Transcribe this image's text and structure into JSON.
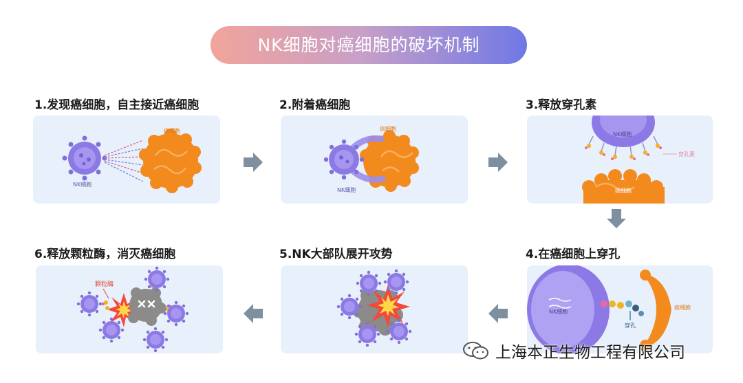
{
  "title": "NK细胞对癌细胞的破坏机制",
  "steps": [
    {
      "label": "1.发现癌细胞，自主接近癌细胞",
      "nk_label": "NK细胞",
      "cancer_label": "癌细胞"
    },
    {
      "label": "2.附着癌细胞",
      "nk_label": "NK细胞",
      "cancer_label": "癌细胞"
    },
    {
      "label": "3.释放穿孔素",
      "nk_label": "NK细胞",
      "cancer_label": "癌细胞",
      "perforin_label": "穿孔素"
    },
    {
      "label": "4.在癌细胞上穿孔",
      "nk_label": "NK细胞",
      "cancer_label": "癌细胞",
      "hole_label": "穿孔"
    },
    {
      "label": "5.NK大部队展开攻势"
    },
    {
      "label": "6.释放颗粒酶，消灭癌细胞",
      "granzyme_label": "颗粒酶"
    }
  ],
  "watermark": "上海本正生物工程有限公司",
  "colors": {
    "panel_bg": "#e7f0fb",
    "nk_purple": "#8c79e6",
    "cancer_orange": "#f28a1e",
    "arrow_gray": "#7e8fa0"
  }
}
